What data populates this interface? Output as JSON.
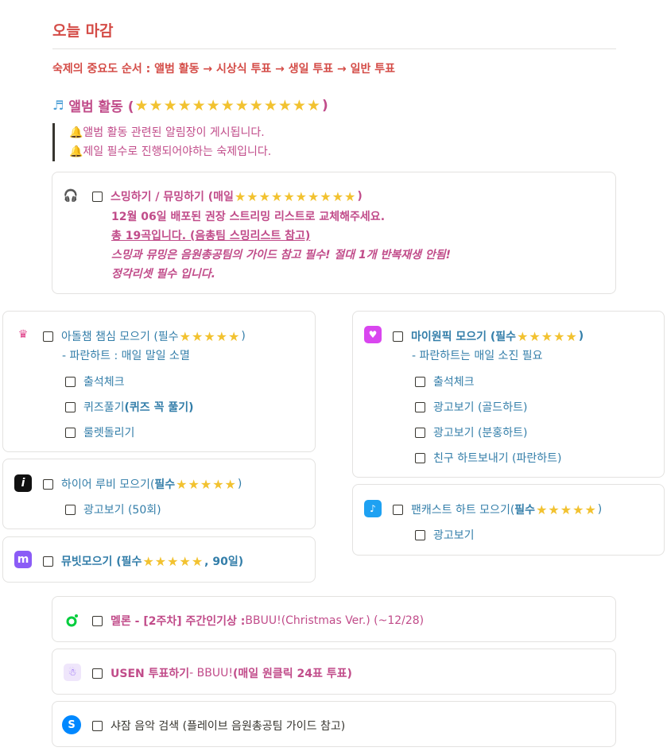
{
  "page": {
    "title": "오늘 마감",
    "order": "숙제의 중요도 순서 : 앨범 활동 → 시상식 투표 → 생일 투표 → 일반 투표"
  },
  "section": {
    "icon": "music-notes-icon",
    "title_prefix": "앨범 활동 (",
    "stars": "★★★★★★★★★★★★★",
    "title_suffix": ")"
  },
  "notes": [
    "🔔앨범 활동 관련된 알림장이 게시됩니다.",
    "🔔제일 필수로 진행되어야하는 숙제입니다."
  ],
  "streaming": {
    "icon": "headphones-icon",
    "label": "스밍하기 / 뮤밍하기 (매일",
    "stars": "★★★★★★★★★★",
    "label_end": ")",
    "line1": "12월 06일 배포된 권장 스트리밍 리스트로 교체해주세요.",
    "line2": "총 19곡입니다. (음총팀 스밍리스트 참고)",
    "line3": "스밍과 뮤밍은 음원총공팀의 가이드 참고 필수! 절대 1개 반복재생 안됨!",
    "line4": "정각리셋 필수 입니다."
  },
  "idolchamp": {
    "icon": "idol-crown-icon",
    "label": "아돌챔 챔심 모으기 (필수",
    "stars": "★★★★★",
    "label_end": ")",
    "sub": "- 파란하트 : 매일 말일 소멸",
    "items": [
      "출석체크",
      "퀴즈풀기 ",
      "룰렛돌리기"
    ],
    "quiz_bold": "(퀴즈 꼭 풀기)"
  },
  "myonepick": {
    "icon": "heart-app-icon",
    "label": "마이원픽 모으기 (필수",
    "stars": "★★★★★",
    "label_end": ")",
    "sub": "- 파란하트는 매일 소진 필요",
    "items": [
      "출석체크",
      "광고보기 (골드하트)",
      "광고보기 (분홍하트)",
      "친구 하트보내기 (파란하트)"
    ]
  },
  "hiver": {
    "icon": "hiver-icon",
    "label": "하이어 루비 모으기(",
    "label_bold": "필수",
    "stars": "★★★★★",
    "label_end": ")",
    "items": [
      "광고보기 (50회)"
    ]
  },
  "fancast": {
    "icon": "fancast-icon",
    "label": "팬캐스트 하트 모으기(",
    "label_bold": "필수",
    "stars": "★★★★★",
    "label_end": ")",
    "items": [
      "광고보기"
    ]
  },
  "mubeat": {
    "icon": "mubeat-icon",
    "glyph": "m",
    "label": "뮤빗모으기 (필수",
    "stars": "★★★★★",
    "label_end": ", 90일)"
  },
  "melon": {
    "icon": "melon-icon",
    "label_a": "멜론 - [2주차] 주간인기상 : ",
    "label_b": "BBUU!(Christmas Ver.) (~12/28)"
  },
  "usen": {
    "icon": "usen-icon",
    "label_a": "USEN 투표하기",
    "label_b": " - BBUU! ",
    "label_c": "(매일 원클릭 24표 투표)"
  },
  "shazam": {
    "icon": "shazam-icon",
    "label": "샤잠 음악 검색 (플레이브 음원총공팀 가이드 참고)"
  },
  "colors": {
    "red": "#d44c47",
    "pink": "#c14c8a",
    "blue": "#337ea9",
    "star": "#f2c230"
  }
}
